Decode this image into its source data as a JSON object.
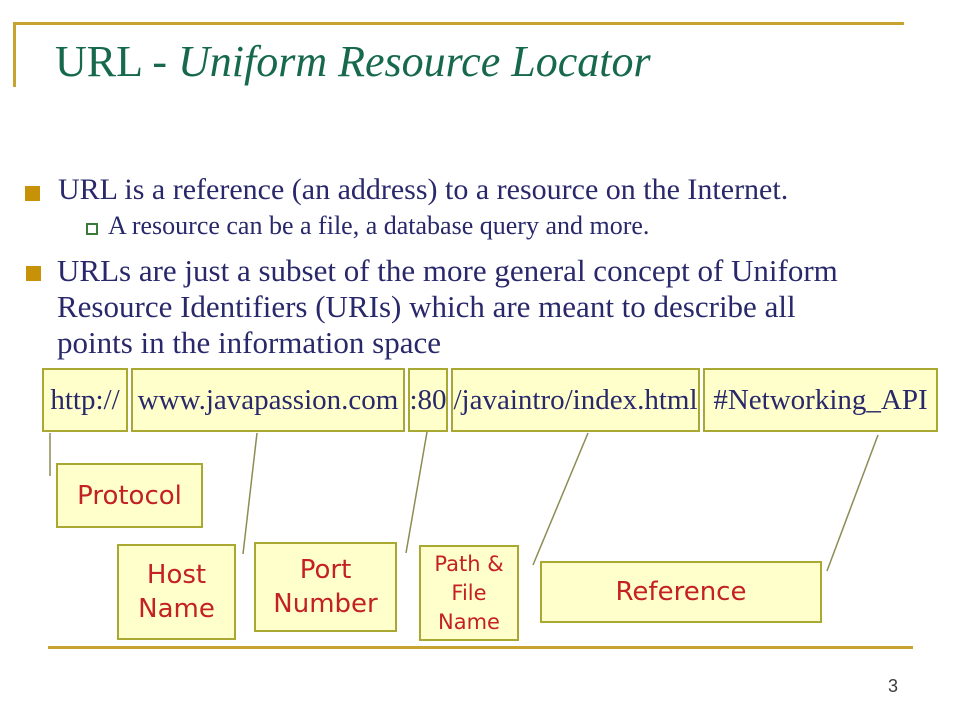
{
  "colors": {
    "title_green": "#17694E",
    "body_navy": "#28286B",
    "gold": "#C7A42F",
    "bullet_gold": "#C79208",
    "sub_bullet_green": "#3C7A3C",
    "box_fill": "#FFFFCC",
    "box_border": "#A8A832",
    "label_red": "#C42121",
    "connector": "#8C8C55",
    "page_number_gray": "#3C3C3C"
  },
  "title": {
    "prefix": "URL - ",
    "italic": "Uniform Resource Locator"
  },
  "bullets": {
    "b1": "URL is a reference (an address) to a resource on the Internet.",
    "sub": "A resource can be a file, a database query and more.",
    "b2_lines": [
      "URLs are just a subset of the more general concept of Uniform",
      "Resource Identifiers (URIs) which are meant to describe all",
      "points in the information space"
    ]
  },
  "url": {
    "full": "http://www.javapassion.com:80/javaintro/index.html#Networking_API",
    "segments": [
      {
        "text": "http://",
        "label": "Protocol"
      },
      {
        "text": "www.javapassion.com",
        "label": "Host Name"
      },
      {
        "text": ":80",
        "label": "Port Number"
      },
      {
        "text": "/javaintro/index.html",
        "label": "Path & File Name"
      },
      {
        "text": "#Networking_API",
        "label": "Reference"
      }
    ]
  },
  "labels": {
    "protocol": [
      "Protocol"
    ],
    "host": [
      "Host",
      "Name"
    ],
    "port": [
      "Port",
      "Number"
    ],
    "path": [
      "Path &",
      "File",
      "Name"
    ],
    "reference": [
      "Reference"
    ]
  },
  "page_number": "3"
}
